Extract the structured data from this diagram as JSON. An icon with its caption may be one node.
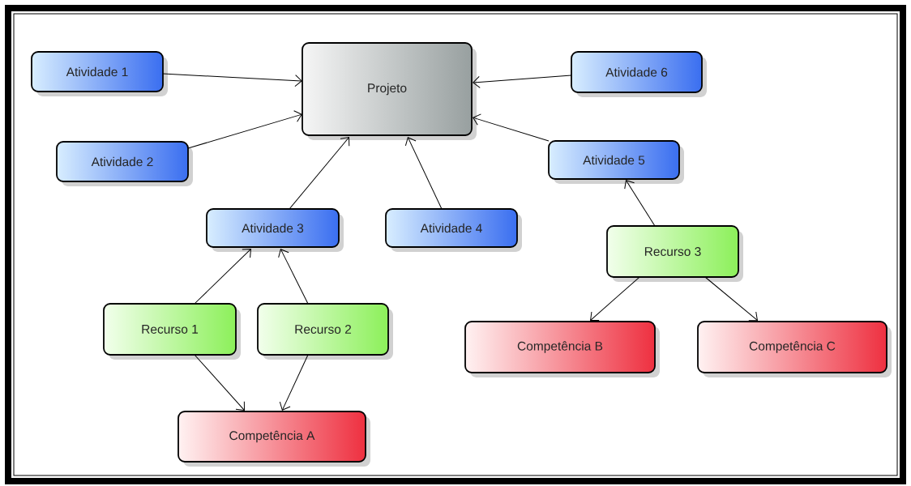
{
  "diagram": {
    "nodes": [
      {
        "text": [
          "Projeto"
        ]
      },
      {
        "text": [
          "Atividade 1"
        ]
      },
      {
        "text": [
          "Atividade 2"
        ]
      },
      {
        "text": [
          "Atividade 3"
        ]
      },
      {
        "text": [
          "Atividade 4"
        ]
      },
      {
        "text": [
          "Atividade 5"
        ]
      },
      {
        "text": [
          "Atividade 6"
        ]
      },
      {
        "text": [
          "Recurso 1"
        ]
      },
      {
        "text": [
          "Recurso 2"
        ]
      },
      {
        "text": [
          "Competência A"
        ]
      },
      {
        "text": [
          "Recurso 3"
        ]
      },
      {
        "text": [
          "Competência B"
        ]
      },
      {
        "text": [
          "Competência C"
        ]
      }
    ],
    "edges": [
      {
        "from": 1,
        "to": 0,
        "arrow": "to"
      },
      {
        "from": 2,
        "to": 0,
        "arrow": "to"
      },
      {
        "from": 3,
        "to": 0,
        "arrow": "to"
      },
      {
        "from": 4,
        "to": 0,
        "arrow": "to"
      },
      {
        "from": 5,
        "to": 0,
        "arrow": "to"
      },
      {
        "from": 6,
        "to": 0,
        "arrow": "to"
      },
      {
        "from": 7,
        "to": 3,
        "arrow": "to"
      },
      {
        "from": 8,
        "to": 3,
        "arrow": "to"
      },
      {
        "from": 7,
        "to": 9,
        "arrow": "to"
      },
      {
        "from": 8,
        "to": 9,
        "arrow": "to"
      },
      {
        "from": 10,
        "to": 5,
        "arrow": "to"
      },
      {
        "from": 10,
        "to": 11,
        "arrow": "to"
      },
      {
        "from": 10,
        "to": 12,
        "arrow": "to"
      }
    ]
  }
}
